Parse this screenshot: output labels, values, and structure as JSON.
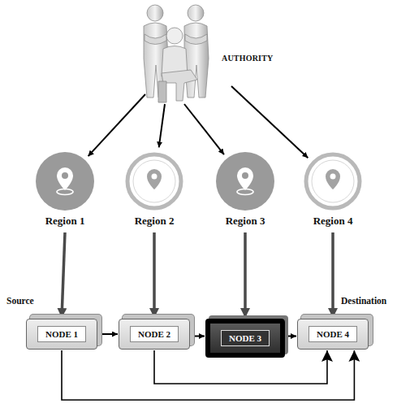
{
  "diagram": {
    "nodes": [
      {
        "text": [
          "AUTHORITY"
        ]
      },
      {
        "text": [
          "Region 1"
        ]
      },
      {
        "text": [
          "Region 2"
        ]
      },
      {
        "text": [
          "Region 3"
        ]
      },
      {
        "text": [
          "Region 4"
        ]
      },
      {
        "text": [
          "NODE 1"
        ]
      },
      {
        "text": [
          "NODE 2"
        ]
      },
      {
        "text": [
          "NODE 3"
        ]
      },
      {
        "text": [
          "NODE 4"
        ]
      }
    ],
    "edges": [
      {
        "from": 0,
        "to": 1,
        "arrow": "to"
      },
      {
        "from": 0,
        "to": 2,
        "arrow": "to"
      },
      {
        "from": 0,
        "to": 3,
        "arrow": "to"
      },
      {
        "from": 0,
        "to": 4,
        "arrow": "to"
      },
      {
        "from": 1,
        "to": 5,
        "arrow": "to"
      },
      {
        "from": 2,
        "to": 6,
        "arrow": "to"
      },
      {
        "from": 3,
        "to": 7,
        "arrow": "to"
      },
      {
        "from": 4,
        "to": 8,
        "arrow": "to"
      },
      {
        "from": 5,
        "to": 6,
        "arrow": "to"
      },
      {
        "from": 6,
        "to": 7,
        "arrow": "to"
      },
      {
        "from": 7,
        "to": 8,
        "arrow": "to"
      },
      {
        "from": 5,
        "to": 8,
        "arrow": "to"
      },
      {
        "from": 6,
        "to": 8,
        "arrow": "to"
      }
    ],
    "labels": [
      "Source",
      "Destination"
    ]
  }
}
